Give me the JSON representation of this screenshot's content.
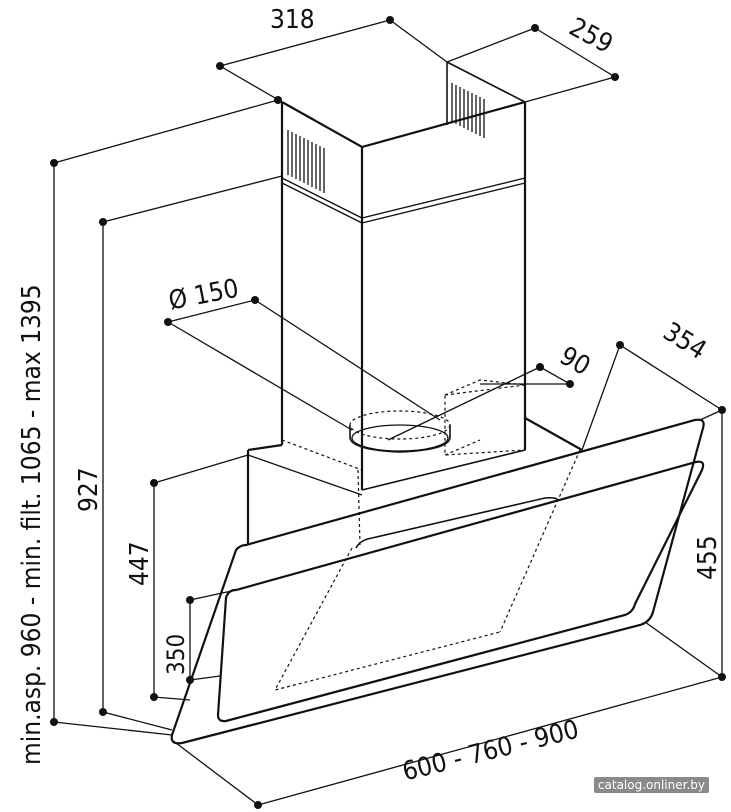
{
  "dimensions": {
    "chimney_width": "318",
    "chimney_depth": "259",
    "outlet_diameter": "Ø 150",
    "outlet_offset": "90",
    "hood_depth": "354",
    "height_range": "min.asp. 960 - min. filt. 1065 - max 1395",
    "height_927": "927",
    "height_447": "447",
    "height_350": "350",
    "height_455": "455",
    "width_range": "600 - 760 - 900"
  },
  "watermark": "catalog.onliner.by"
}
